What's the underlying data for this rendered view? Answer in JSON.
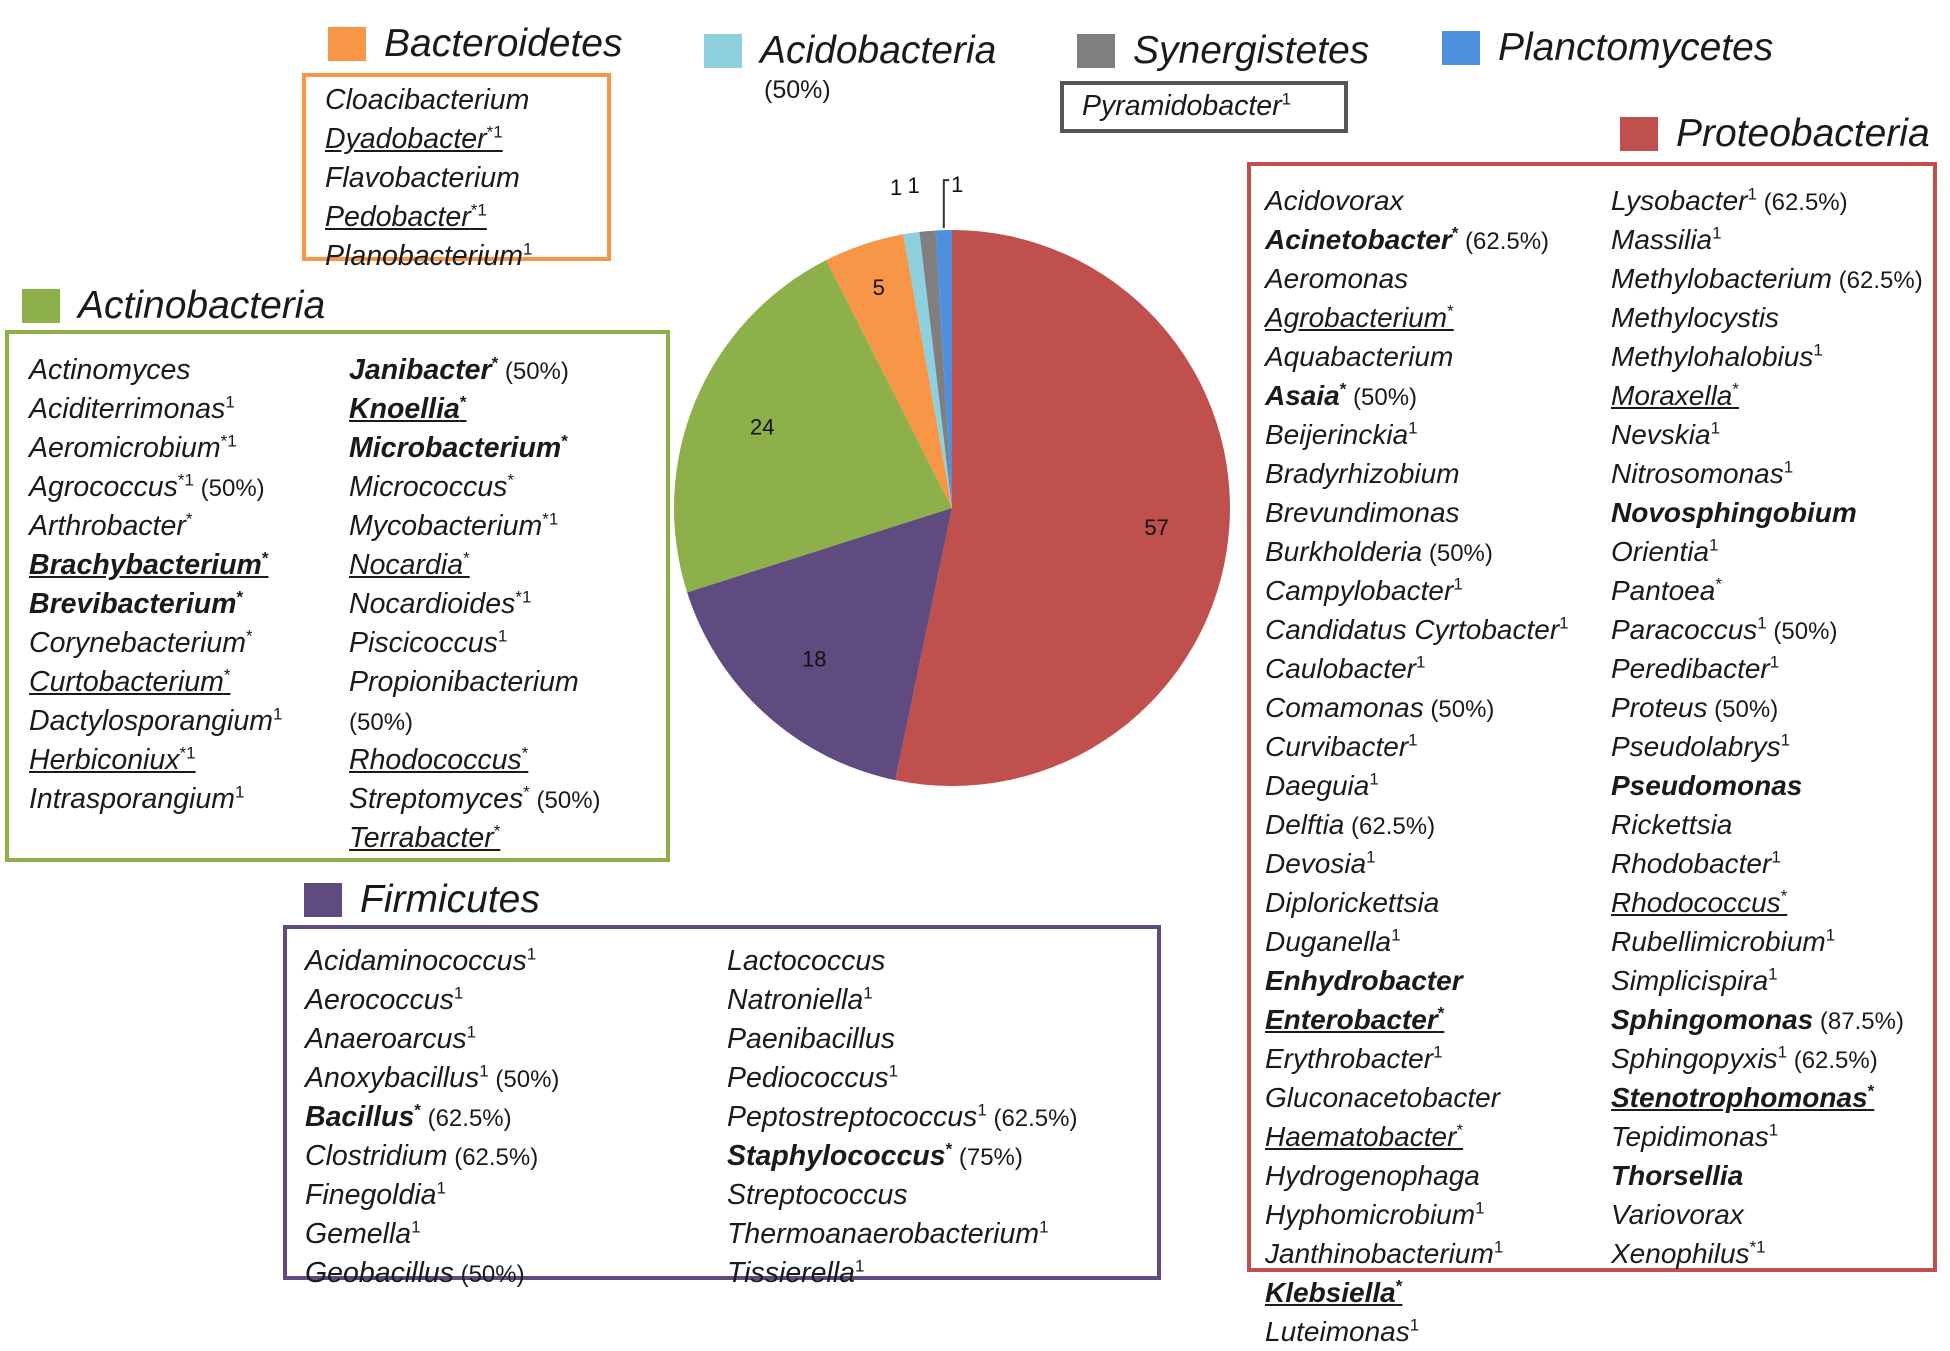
{
  "colors": {
    "Bacteroidetes": "#f79646",
    "Acidobacteria": "#8fd0df",
    "Synergistetes": "#7f7f7f",
    "Planctomycetes": "#4f8fdf",
    "Proteobacteria": "#c0504d",
    "Actinobacteria": "#8db04a",
    "Firmicutes": "#5f4b80",
    "pyramidobacter_box_border": "#555555"
  },
  "chart_data": {
    "type": "pie",
    "start_angle_deg": 0,
    "direction": "clockwise",
    "slices": [
      {
        "name": "Proteobacteria",
        "value": 57,
        "label": "57"
      },
      {
        "name": "Firmicutes",
        "value": 18,
        "label": "18"
      },
      {
        "name": "Actinobacteria",
        "value": 24,
        "label": "24"
      },
      {
        "name": "Bacteroidetes",
        "value": 5,
        "label": "5"
      },
      {
        "name": "Acidobacteria",
        "value": 1,
        "label": "1"
      },
      {
        "name": "Synergistetes",
        "value": 1,
        "label": "1"
      },
      {
        "name": "Planctomycetes",
        "value": 1,
        "label": "1"
      }
    ]
  },
  "legend": {
    "Bacteroidetes": "Bacteroidetes",
    "Acidobacteria": "Acidobacteria",
    "Acidobacteria_note": "(50%)",
    "Synergistetes": "Synergistetes",
    "Planctomycetes": "Planctomycetes",
    "Proteobacteria": "Proteobacteria",
    "Actinobacteria": "Actinobacteria",
    "Firmicutes": "Firmicutes"
  },
  "lists": {
    "Bacteroidetes": [
      [
        {
          "name": "Cloacibacterium"
        },
        {
          "name": "Dyadobacter",
          "u": true,
          "mark": "*1"
        },
        {
          "name": "Flavobacterium"
        },
        {
          "name": "Pedobacter",
          "u": true,
          "mark": "*1"
        },
        {
          "name": "Planobacterium",
          "mark": "1"
        }
      ]
    ],
    "Synergistetes": [
      [
        {
          "name": "Pyramidobacter",
          "mark": "1"
        }
      ]
    ],
    "Actinobacteria": [
      [
        {
          "name": "Actinomyces"
        },
        {
          "name": "Aciditerrimonas",
          "mark": "1"
        },
        {
          "name": "Aeromicrobium",
          "mark": "*1"
        },
        {
          "name": "Agrococcus",
          "mark": "*1",
          "pct": "(50%)"
        },
        {
          "name": "Arthrobacter",
          "mark": "*"
        },
        {
          "name": "Brachybacterium",
          "b": true,
          "u": true,
          "mark": "*"
        },
        {
          "name": "Brevibacterium",
          "b": true,
          "mark": "*"
        },
        {
          "name": "Corynebacterium",
          "mark": "*"
        },
        {
          "name": "Curtobacterium",
          "u": true,
          "mark": "*"
        },
        {
          "name": "Dactylosporangium",
          "mark": "1"
        },
        {
          "name": "Herbiconiux",
          "u": true,
          "mark": "*1"
        },
        {
          "name": "Intrasporangium",
          "mark": "1"
        }
      ],
      [
        {
          "name": "Janibacter",
          "b": true,
          "mark": "*",
          "pct": "(50%)"
        },
        {
          "name": "Knoellia",
          "b": true,
          "u": true,
          "mark": "*"
        },
        {
          "name": "Microbacterium",
          "b": true,
          "mark": "*"
        },
        {
          "name": "Micrococcus",
          "mark": "*"
        },
        {
          "name": "Mycobacterium",
          "mark": "*1"
        },
        {
          "name": "Nocardia",
          "u": true,
          "mark": "*"
        },
        {
          "name": "Nocardioides",
          "mark": "*1"
        },
        {
          "name": "Piscicoccus",
          "mark": "1"
        },
        {
          "name": "Propionibacterium"
        },
        {
          "name": "",
          "pct": "(50%)"
        },
        {
          "name": "Rhodococcus",
          "u": true,
          "mark": "*"
        },
        {
          "name": "Streptomyces",
          "mark": "*",
          "pct": "(50%)"
        },
        {
          "name": "Terrabacter",
          "u": true,
          "mark": "*"
        }
      ]
    ],
    "Firmicutes": [
      [
        {
          "name": "Acidaminococcus",
          "mark": "1"
        },
        {
          "name": "Aerococcus",
          "mark": "1"
        },
        {
          "name": "Anaeroarcus",
          "mark": "1"
        },
        {
          "name": "Anoxybacillus",
          "mark": "1",
          "pct": "(50%)"
        },
        {
          "name": "Bacillus",
          "b": true,
          "mark": "*",
          "pct": "(62.5%)"
        },
        {
          "name": "Clostridium",
          "pct": "(62.5%)"
        },
        {
          "name": "Finegoldia",
          "mark": "1"
        },
        {
          "name": "Gemella",
          "mark": "1"
        },
        {
          "name": "Geobacillus",
          "pct": "(50%)"
        }
      ],
      [
        {
          "name": "Lactococcus"
        },
        {
          "name": "Natroniella",
          "mark": "1"
        },
        {
          "name": "Paenibacillus"
        },
        {
          "name": "Pediococcus",
          "mark": "1"
        },
        {
          "name": "Peptostreptococcus",
          "mark": "1",
          "pct": "(62.5%)"
        },
        {
          "name": "Staphylococcus",
          "b": true,
          "mark": "*",
          "pct": "(75%)"
        },
        {
          "name": "Streptococcus"
        },
        {
          "name": "Thermoanaerobacterium",
          "mark": "1"
        },
        {
          "name": "Tissierella",
          "mark": "1"
        }
      ]
    ],
    "Proteobacteria": [
      [
        {
          "name": "Acidovorax"
        },
        {
          "name": "Acinetobacter",
          "b": true,
          "mark": "*",
          "pct": "(62.5%)"
        },
        {
          "name": "Aeromonas"
        },
        {
          "name": "Agrobacterium",
          "u": true,
          "mark": "*"
        },
        {
          "name": "Aquabacterium"
        },
        {
          "name": "Asaia",
          "b": true,
          "mark": "*",
          "pct": "(50%)"
        },
        {
          "name": "Beijerinckia",
          "mark": "1"
        },
        {
          "name": "Bradyrhizobium"
        },
        {
          "name": "Brevundimonas"
        },
        {
          "name": "Burkholderia",
          "pct": "(50%)"
        },
        {
          "name": "Campylobacter",
          "mark": "1"
        },
        {
          "name": "Candidatus Cyrtobacter",
          "mark": "1"
        },
        {
          "name": "Caulobacter",
          "mark": "1"
        },
        {
          "name": "Comamonas",
          "pct": "(50%)"
        },
        {
          "name": "Curvibacter",
          "mark": "1"
        },
        {
          "name": "Daeguia",
          "mark": "1"
        },
        {
          "name": "Delftia",
          "pct": "(62.5%)"
        },
        {
          "name": "Devosia",
          "mark": "1"
        },
        {
          "name": "Diplorickettsia"
        },
        {
          "name": "Duganella",
          "mark": "1"
        },
        {
          "name": "Enhydrobacter",
          "b": true
        },
        {
          "name": "Enterobacter",
          "b": true,
          "u": true,
          "mark": "*"
        },
        {
          "name": "Erythrobacter",
          "mark": "1"
        },
        {
          "name": "Gluconacetobacter"
        },
        {
          "name": "Haematobacter",
          "u": true,
          "mark": "*"
        },
        {
          "name": "Hydrogenophaga"
        },
        {
          "name": "Hyphomicrobium",
          "mark": "1"
        },
        {
          "name": "Janthinobacterium",
          "mark": "1"
        },
        {
          "name": "Klebsiella",
          "b": true,
          "u": true,
          "mark": "*"
        },
        {
          "name": "Luteimonas",
          "mark": "1"
        }
      ],
      [
        {
          "name": "Lysobacter",
          "mark": "1",
          "pct": "(62.5%)"
        },
        {
          "name": "Massilia",
          "mark": "1"
        },
        {
          "name": "Methylobacterium",
          "pct": "(62.5%)"
        },
        {
          "name": "Methylocystis"
        },
        {
          "name": "Methylohalobius",
          "mark": "1"
        },
        {
          "name": "Moraxella",
          "u": true,
          "mark": "*"
        },
        {
          "name": "Nevskia",
          "mark": "1"
        },
        {
          "name": "Nitrosomonas",
          "mark": "1"
        },
        {
          "name": "Novosphingobium",
          "b": true
        },
        {
          "name": "Orientia",
          "mark": "1"
        },
        {
          "name": "Pantoea",
          "mark": "*"
        },
        {
          "name": "Paracoccus",
          "mark": "1",
          "pct": "(50%)"
        },
        {
          "name": "Peredibacter",
          "mark": "1"
        },
        {
          "name": "Proteus",
          "pct": "(50%)"
        },
        {
          "name": "Pseudolabrys",
          "mark": "1"
        },
        {
          "name": "Pseudomonas",
          "b": true
        },
        {
          "name": "Rickettsia"
        },
        {
          "name": "Rhodobacter",
          "mark": "1"
        },
        {
          "name": "Rhodococcus",
          "u": true,
          "mark": "*"
        },
        {
          "name": "Rubellimicrobium",
          "mark": "1"
        },
        {
          "name": "Simplicispira",
          "mark": "1"
        },
        {
          "name": "Sphingomonas",
          "b": true,
          "pct": "(87.5%)"
        },
        {
          "name": "Sphingopyxis",
          "mark": "1",
          "pct": "(62.5%)"
        },
        {
          "name": "Stenotrophomonas",
          "b": true,
          "u": true,
          "mark": "*"
        },
        {
          "name": "Tepidimonas",
          "mark": "1"
        },
        {
          "name": "Thorsellia",
          "b": true
        },
        {
          "name": "Variovorax"
        },
        {
          "name": "Xenophilus",
          "mark": "*1"
        }
      ]
    ]
  }
}
